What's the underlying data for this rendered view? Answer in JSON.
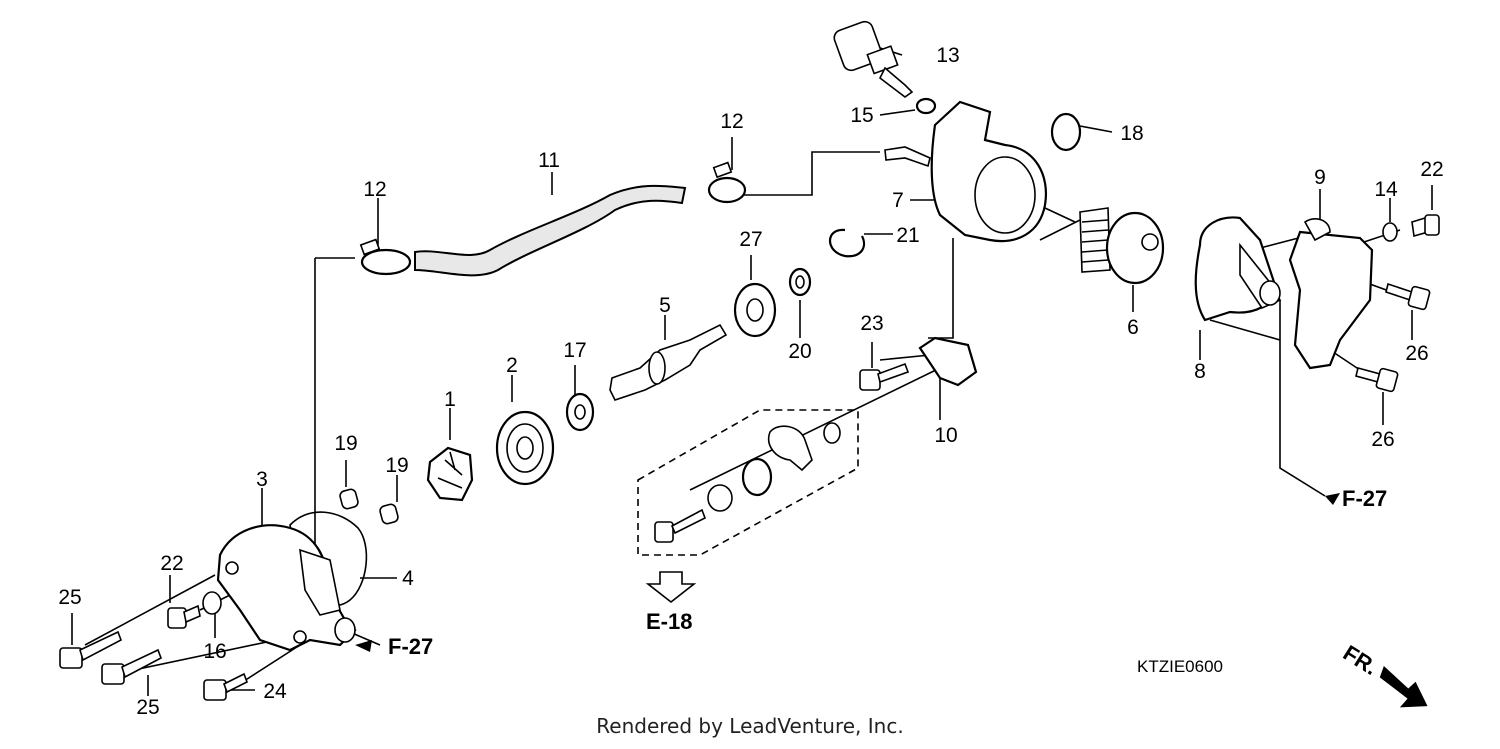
{
  "callouts": [
    "1",
    "2",
    "3",
    "4",
    "5",
    "6",
    "7",
    "8",
    "9",
    "10",
    "11",
    "12",
    "12",
    "13",
    "14",
    "15",
    "16",
    "17",
    "18",
    "19",
    "19",
    "20",
    "21",
    "22",
    "22",
    "23",
    "24",
    "25",
    "25",
    "26",
    "26",
    "27"
  ],
  "references": {
    "f27_left": "F-27",
    "f27_right": "F-27",
    "e18": "E-18"
  },
  "diagram_code": "KTZIE0600",
  "front_marker": "FR.",
  "footer": "Rendered by LeadVenture, Inc."
}
